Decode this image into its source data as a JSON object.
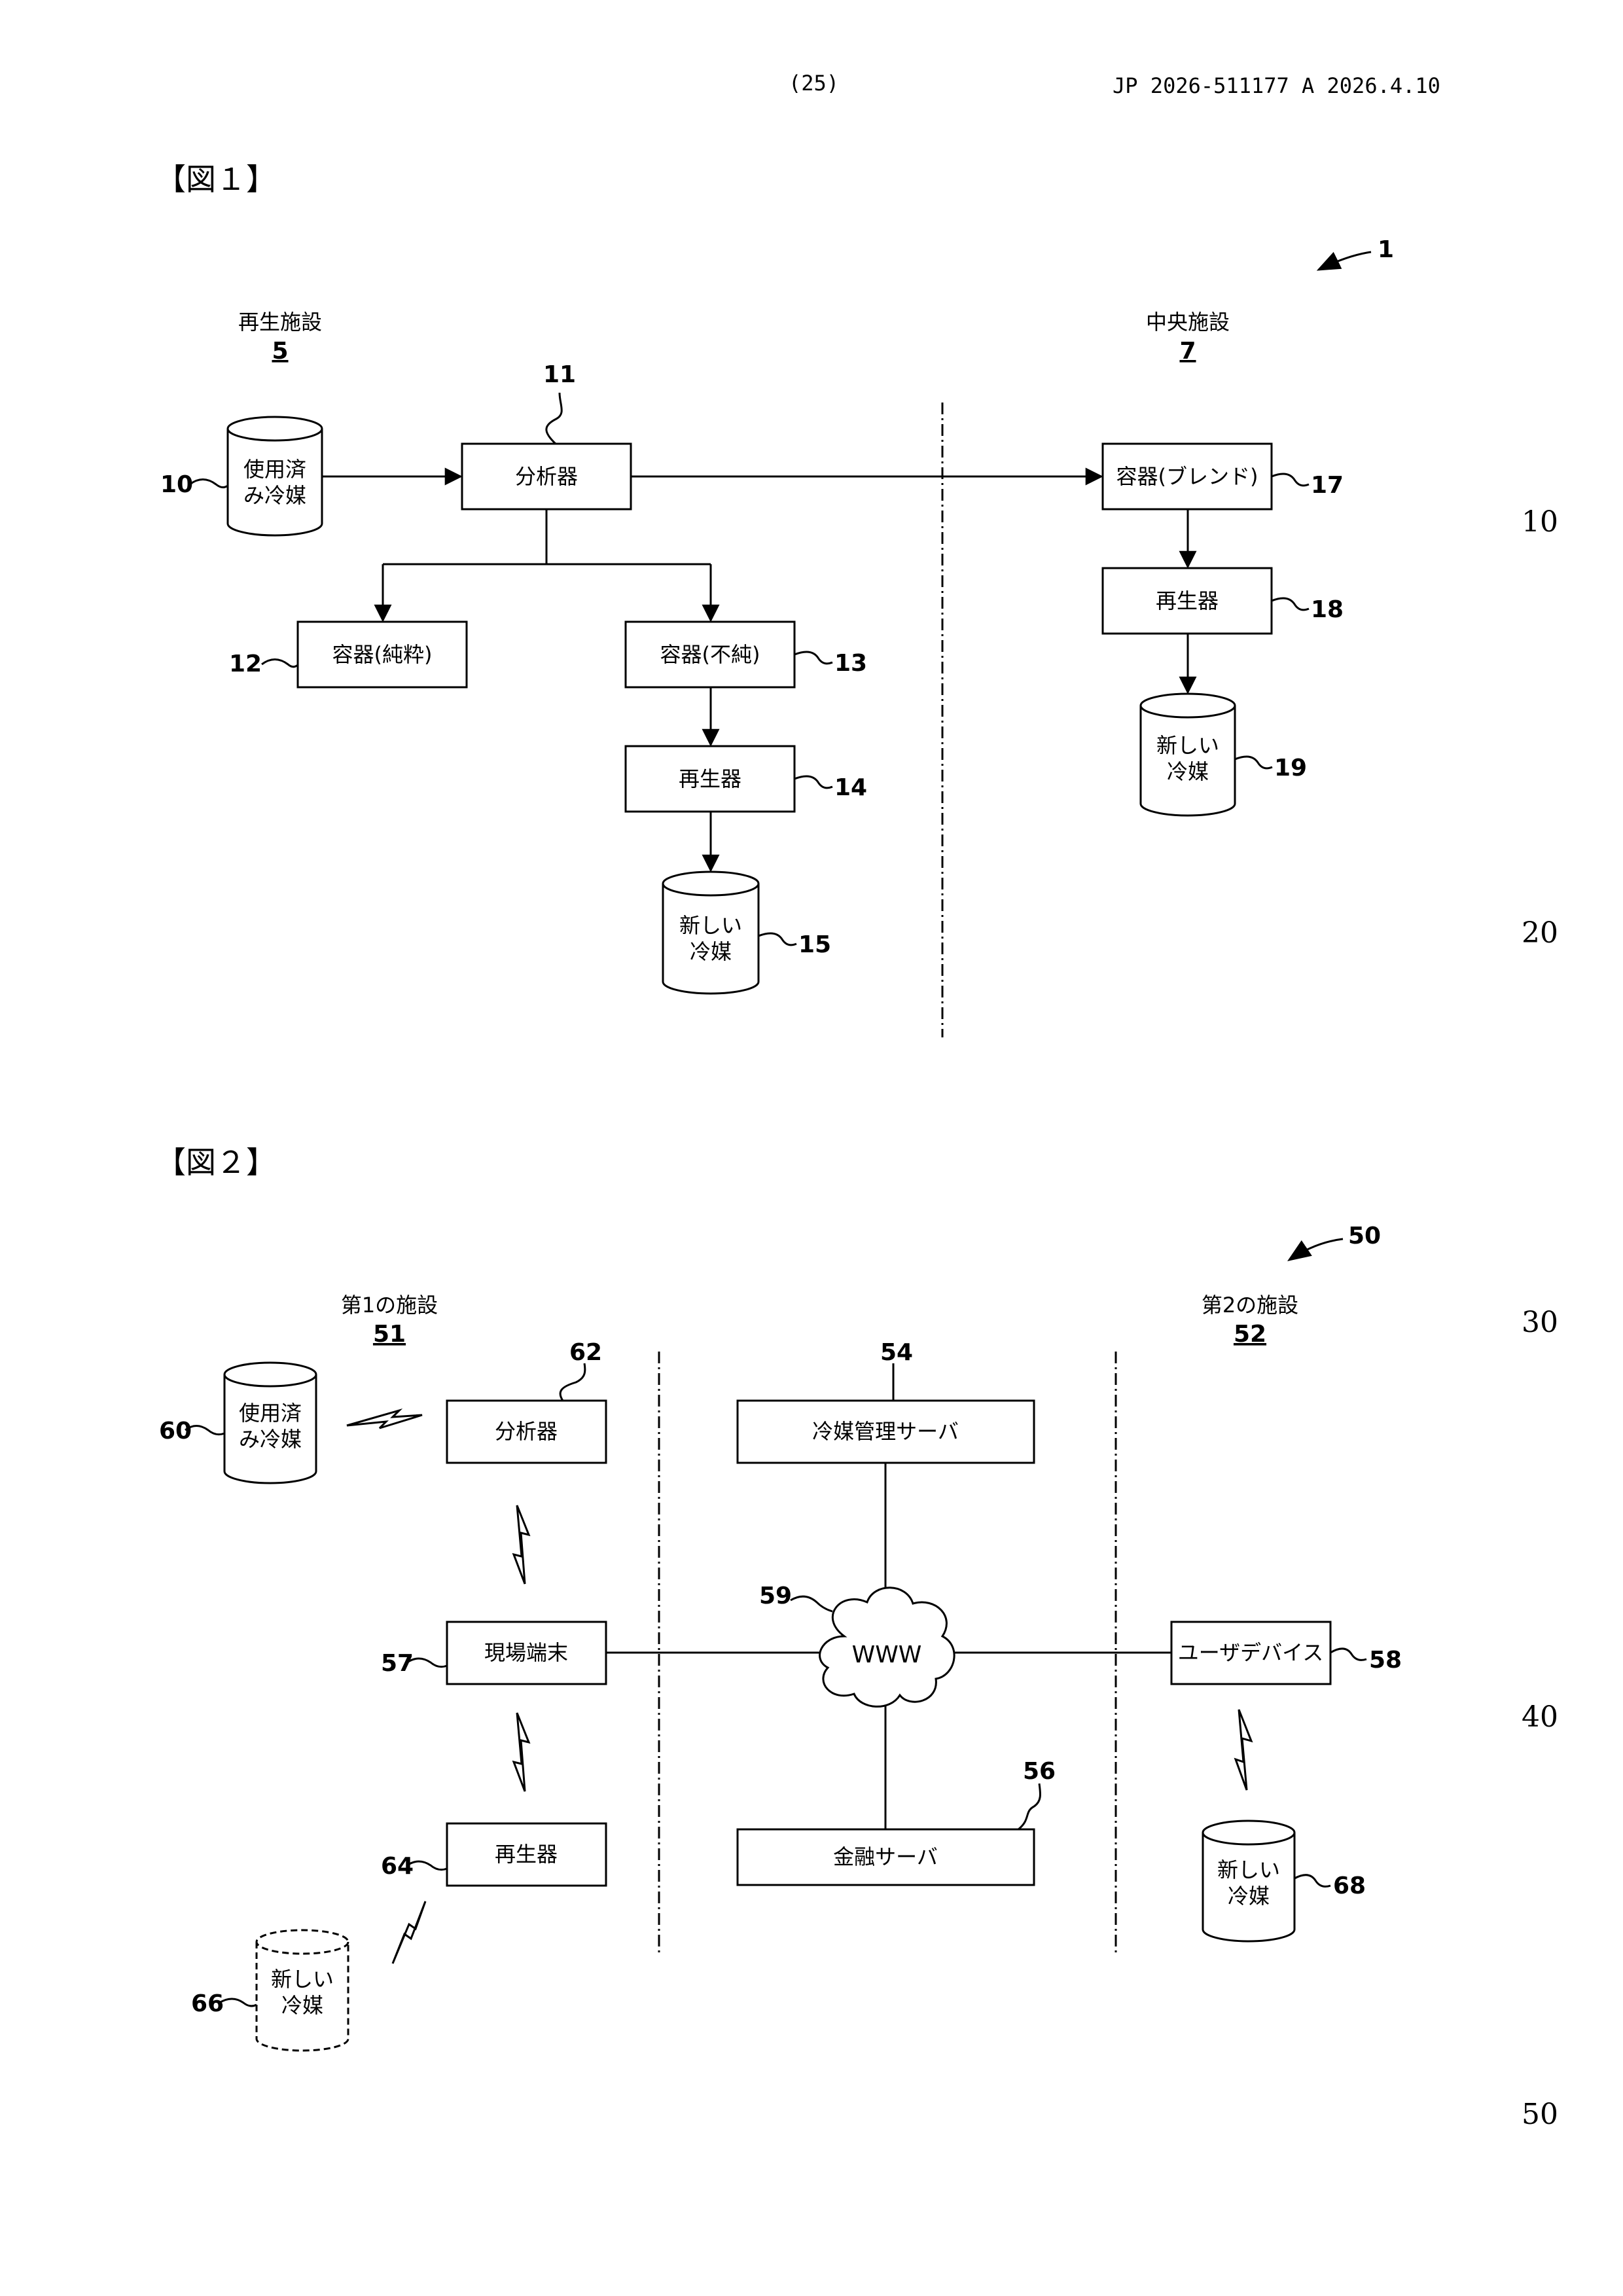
{
  "header": {
    "page": "(25)",
    "doc": "JP  2026-511177  A  2026.4.10"
  },
  "line_numbers": [
    "10",
    "20",
    "30",
    "40",
    "50"
  ],
  "fig1": {
    "title": "【図１】",
    "ref_system": "1",
    "facility_left": {
      "label": "再生施設",
      "num": "5"
    },
    "facility_right": {
      "label": "中央施設",
      "num": "7"
    },
    "used_refrigerant": {
      "l1": "使用済",
      "l2": "み冷媒",
      "ref": "10"
    },
    "analyzer": {
      "label": "分析器",
      "ref": "11"
    },
    "container_pure": {
      "label": "容器(純粋)",
      "ref": "12"
    },
    "container_impure": {
      "label": "容器(不純)",
      "ref": "13"
    },
    "regenerator_a": {
      "label": "再生器",
      "ref": "14"
    },
    "new_refrigerant_a": {
      "l1": "新しい",
      "l2": "冷媒",
      "ref": "15"
    },
    "container_blend": {
      "label": "容器(ブレンド)",
      "ref": "17"
    },
    "regenerator_b": {
      "label": "再生器",
      "ref": "18"
    },
    "new_refrigerant_b": {
      "l1": "新しい",
      "l2": "冷媒",
      "ref": "19"
    }
  },
  "fig2": {
    "title": "【図２】",
    "ref_system": "50",
    "facility_first": {
      "label": "第1の施設",
      "num": "51"
    },
    "facility_second": {
      "label": "第2の施設",
      "num": "52"
    },
    "used_refrigerant": {
      "l1": "使用済",
      "l2": "み冷媒",
      "ref": "60"
    },
    "analyzer": {
      "label": "分析器",
      "ref": "62"
    },
    "site_terminal": {
      "label": "現場端末",
      "ref": "57"
    },
    "regenerator": {
      "label": "再生器",
      "ref": "64"
    },
    "new_refrigerant_dashed": {
      "l1": "新しい",
      "l2": "冷媒",
      "ref": "66"
    },
    "refrigerant_server": {
      "label": "冷媒管理サーバ",
      "ref": "54"
    },
    "cloud": {
      "label": "WWW",
      "ref": "59"
    },
    "financial_server": {
      "label": "金融サーバ",
      "ref": "56"
    },
    "user_device": {
      "label": "ユーザデバイス",
      "ref": "58"
    },
    "new_refrigerant": {
      "l1": "新しい",
      "l2": "冷媒",
      "ref": "68"
    }
  }
}
